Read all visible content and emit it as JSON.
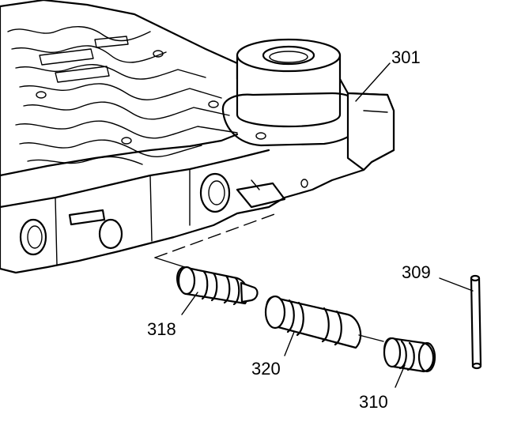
{
  "diagram": {
    "callouts": [
      {
        "id": "body",
        "label": "301"
      },
      {
        "id": "seal",
        "label": "309"
      },
      {
        "id": "valve",
        "label": "318"
      },
      {
        "id": "sleeve",
        "label": "320"
      },
      {
        "id": "plug",
        "label": "310"
      }
    ]
  }
}
